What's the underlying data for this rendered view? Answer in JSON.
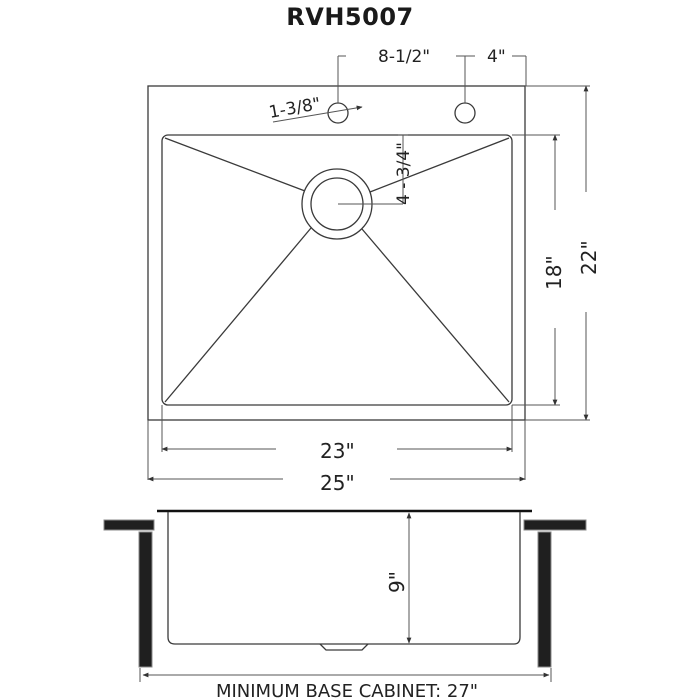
{
  "title": "RVH5007",
  "top_view": {
    "faucet_hole_diameter": "1-3/8\"",
    "faucet_spacing": "8-1/2\"",
    "faucet_to_edge": "4\"",
    "drain_offset": "4 - 3/4\"",
    "basin_depth_front_back": "18\"",
    "overall_front_back": "22\"",
    "basin_width": "23\"",
    "overall_width": "25\""
  },
  "side_view": {
    "basin_height": "9\"",
    "caption": "MINIMUM BASE CABINET: 27\""
  },
  "colors": {
    "line": "#3a3a3a",
    "cabinet": "#1f1f1f",
    "background": "#ffffff"
  }
}
